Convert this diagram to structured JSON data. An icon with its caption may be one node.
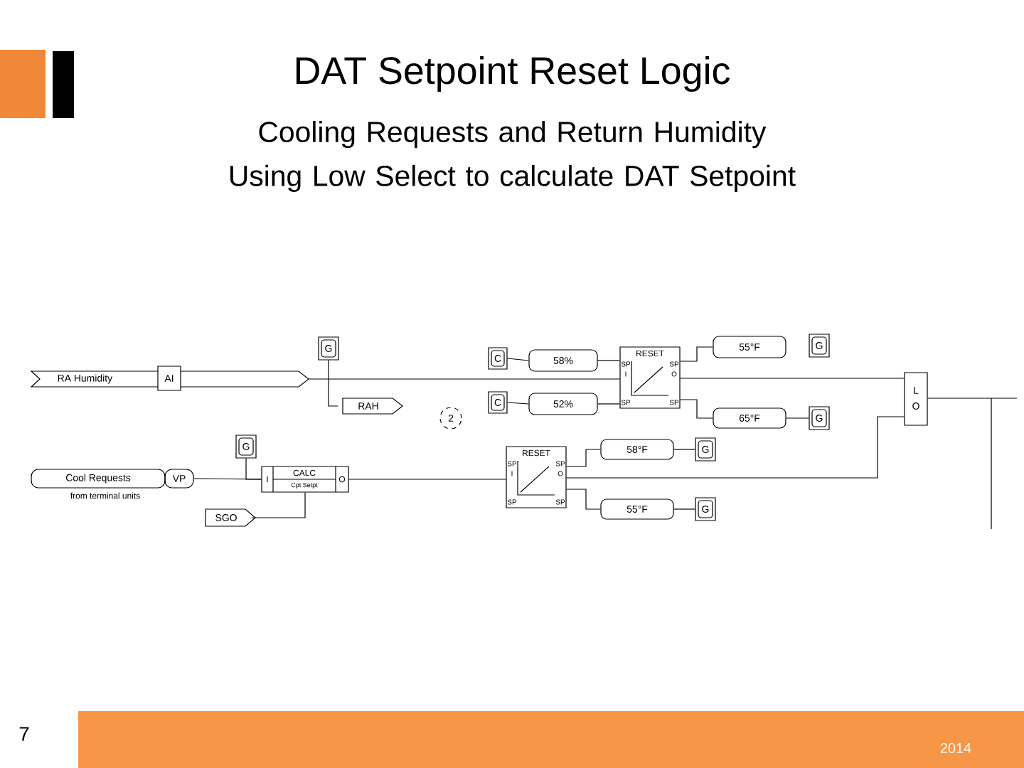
{
  "diagram": {
    "title": "DAT Setpoint Reset Logic",
    "caption": "Cooling Requests and Return Humidity Using Low Select to calculate DAT Setpoint",
    "nodes": [
      {
        "text": [
          "RA Humidity"
        ]
      },
      {
        "text": [
          "AI"
        ],
        "in": 0
      },
      {
        "text": [
          "G"
        ]
      },
      {
        "text": [
          "RAH"
        ]
      },
      {
        "text": [
          "2"
        ]
      },
      {
        "text": [
          "C"
        ]
      },
      {
        "text": [
          "58%"
        ]
      },
      {
        "text": [
          "C"
        ]
      },
      {
        "text": [
          "52%"
        ]
      },
      {
        "text": [
          "RESET",
          "SP",
          "I",
          "SP",
          "O",
          "SP",
          "SP"
        ]
      },
      {
        "text": [
          "55°F"
        ]
      },
      {
        "text": [
          "G"
        ]
      },
      {
        "text": [
          "65°F"
        ]
      },
      {
        "text": [
          "G"
        ]
      },
      {
        "text": [
          "L",
          "O"
        ]
      },
      {
        "text": [
          "G"
        ]
      },
      {
        "text": [
          "Cool Requests"
        ],
        "beside": [
          "from terminal units"
        ]
      },
      {
        "text": [
          "VP"
        ]
      },
      {
        "text": [
          "I",
          "CALC",
          "Cpt Setpt",
          "O"
        ]
      },
      {
        "text": [
          "SGO"
        ]
      },
      {
        "text": [
          "RESET",
          "SP",
          "I",
          "SP",
          "O",
          "SP",
          "SP"
        ]
      },
      {
        "text": [
          "58°F"
        ]
      },
      {
        "text": [
          "G"
        ]
      },
      {
        "text": [
          "55°F"
        ]
      },
      {
        "text": [
          "G"
        ]
      }
    ],
    "edges": [
      {
        "from": 0,
        "to": 9,
        "arrow": "none"
      },
      {
        "from": 2,
        "to": 3,
        "arrow": "none"
      },
      {
        "from": 5,
        "to": 6,
        "arrow": "none"
      },
      {
        "from": 6,
        "to": 9,
        "arrow": "none"
      },
      {
        "from": 7,
        "to": 8,
        "arrow": "none"
      },
      {
        "from": 8,
        "to": 9,
        "arrow": "none"
      },
      {
        "from": 9,
        "to": 10,
        "arrow": "none"
      },
      {
        "from": 9,
        "to": 14,
        "arrow": "none"
      },
      {
        "from": 9,
        "to": 12,
        "arrow": "none"
      },
      {
        "from": 12,
        "to": 13,
        "arrow": "none"
      },
      {
        "from": 20,
        "to": 14,
        "arrow": "none"
      },
      {
        "from": 20,
        "to": 21,
        "arrow": "none"
      },
      {
        "from": 21,
        "to": 22,
        "arrow": "none"
      },
      {
        "from": 20,
        "to": 23,
        "arrow": "none"
      },
      {
        "from": 23,
        "to": 24,
        "arrow": "none"
      },
      {
        "from": 14,
        "to": null,
        "arrow": "none"
      },
      {
        "from": 17,
        "to": 18,
        "arrow": "none"
      },
      {
        "from": 15,
        "to": 18,
        "arrow": "none"
      },
      {
        "from": 19,
        "to": 18,
        "arrow": "none"
      },
      {
        "from": 18,
        "to": 20,
        "arrow": "none"
      }
    ],
    "labels": [
      "7",
      "2014"
    ]
  }
}
